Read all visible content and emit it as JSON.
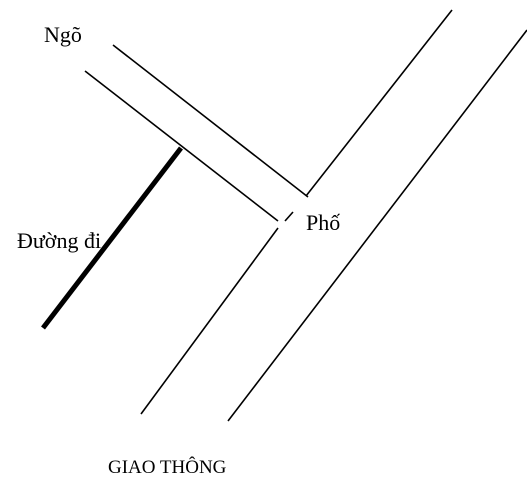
{
  "labels": {
    "ngo": "Ngõ",
    "pho": "Phố",
    "duong_di": "Đường đi",
    "caption": "GIAO THÔNG"
  },
  "colors": {
    "stroke": "#000000",
    "background": "#ffffff"
  }
}
